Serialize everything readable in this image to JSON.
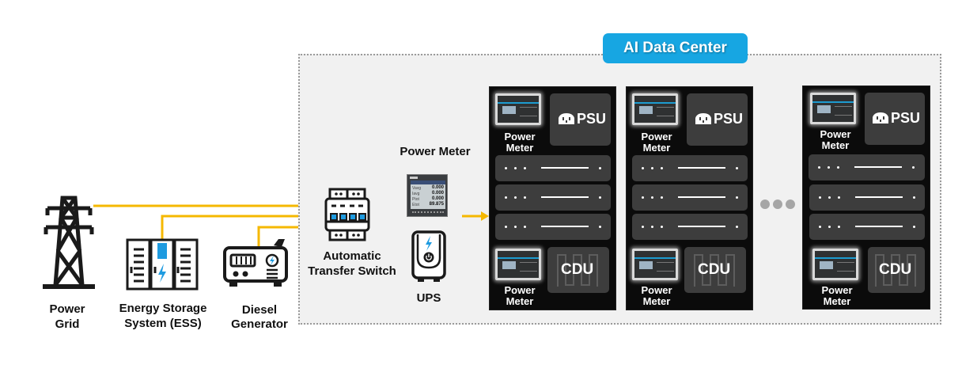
{
  "sources": {
    "power_grid": {
      "label_line1": "Power",
      "label_line2": "Grid"
    },
    "ess": {
      "label_line1": "Energy Storage",
      "label_line2": "System (ESS)"
    },
    "diesel_generator": {
      "label_line1": "Diesel",
      "label_line2": "Generator"
    }
  },
  "ats": {
    "label_line1": "Automatic",
    "label_line2": "Transfer Switch"
  },
  "power_meter_main": {
    "title": "Power Meter",
    "screen": {
      "rows": [
        {
          "name": "Vavg",
          "value": "0.000"
        },
        {
          "name": "Iavg",
          "value": "0.000"
        },
        {
          "name": "Ptot",
          "value": "0.000"
        },
        {
          "name": "Etot",
          "value": "89.875"
        }
      ]
    }
  },
  "ups": {
    "label": "UPS"
  },
  "data_center": {
    "title": "AI Data Center",
    "racks": [
      {
        "pm_top_line1": "Power",
        "pm_top_line2": "Meter",
        "psu": "PSU",
        "cdu": "CDU",
        "pm_bottom_line1": "Power",
        "pm_bottom_line2": "Meter"
      },
      {
        "pm_top_line1": "Power",
        "pm_top_line2": "Meter",
        "psu": "PSU",
        "cdu": "CDU",
        "pm_bottom_line1": "Power",
        "pm_bottom_line2": "Meter"
      },
      {
        "pm_top_line1": "Power",
        "pm_top_line2": "Meter",
        "psu": "PSU",
        "cdu": "CDU",
        "pm_bottom_line1": "Power",
        "pm_bottom_line2": "Meter"
      }
    ],
    "ellipsis_icon": "more-horizontal-icon"
  },
  "colors": {
    "flow_line": "#f5b800",
    "accent_blue": "#17a6e2",
    "rack_bg": "#0b0b0b",
    "tile_bg": "#3d3d3d",
    "container_bg": "#f1f1f1"
  }
}
